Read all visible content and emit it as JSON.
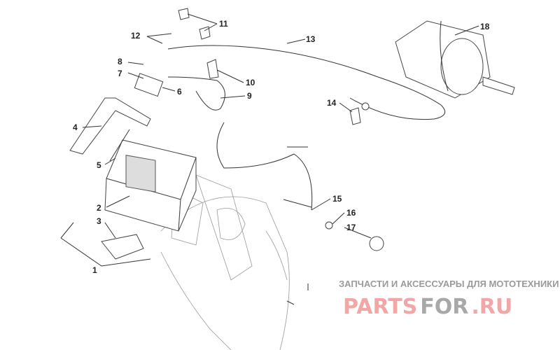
{
  "diagram": {
    "callouts": [
      "1",
      "2",
      "3",
      "4",
      "5",
      "6",
      "7",
      "8",
      "9",
      "10",
      "11",
      "12",
      "13",
      "14",
      "15",
      "16",
      "17",
      "18"
    ]
  },
  "watermark": {
    "subtitle": "ЗАПЧАСТИ И АКСЕССУАРЫ ДЛЯ МОТОТЕХНИКИ",
    "logo_part1": "PARTS",
    "logo_part2": "FOR",
    "logo_part3": ".RU"
  }
}
